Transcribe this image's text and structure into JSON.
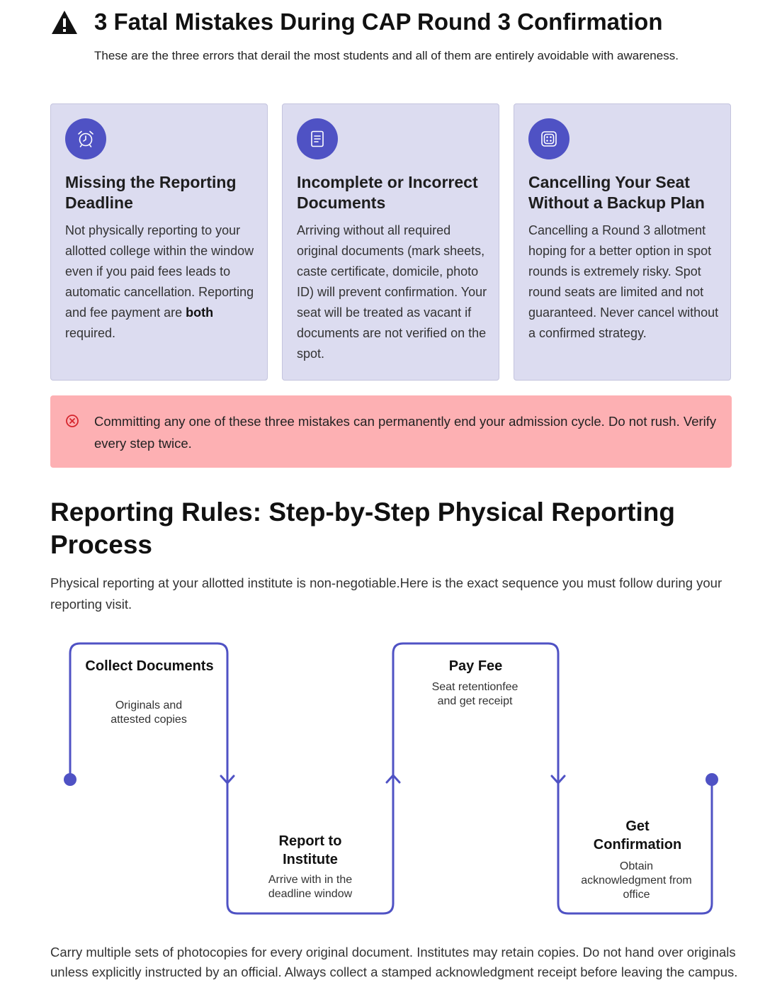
{
  "mistakes": {
    "title": "3 Fatal Mistakes During CAP Round 3 Confirmation",
    "intro": "These are the three errors that derail the most students and all of them are entirely avoidable with awareness.",
    "cards": [
      {
        "icon": "alarm-clock-icon",
        "title": "Missing the Reporting Deadline",
        "body_before": "Not physically reporting to your allotted college within the window even if you paid fees leads to automatic cancellation. Reporting and fee payment are ",
        "body_bold": "both",
        "body_after": " required."
      },
      {
        "icon": "document-icon",
        "title": "Incomplete or Incorrect Documents",
        "body": "Arriving without all required original documents (mark sheets, caste certificate, domicile, photo ID) will prevent confirmation. Your seat will be treated as vacant if documents are not verified on the spot."
      },
      {
        "icon": "dice-icon",
        "title": "Cancelling Your Seat Without a Backup Plan",
        "body": "Cancelling a Round 3 allotment hoping for a better option in spot rounds is extremely risky. Spot round seats are limited and not guaranteed. Never cancel without a confirmed strategy."
      }
    ],
    "alert": "Committing any one of these three mistakes can permanently end your admission cycle. Do not rush. Verify every step twice."
  },
  "reporting": {
    "title": "Reporting Rules: Step-by-Step Physical Reporting Process",
    "subtitle": "Physical reporting at your allotted institute is non-negotiable.Here is the exact sequence you must follow during your reporting visit.",
    "steps": [
      {
        "title": "Collect Documents",
        "desc": "Originals and attested copies"
      },
      {
        "title": "Report to Institute",
        "desc": "Arrive with in the deadline window"
      },
      {
        "title": "Pay Fee",
        "desc": "Seat retentionfee and get receipt"
      },
      {
        "title": "Get Confirmation",
        "desc": "Obtain acknowledgment from office"
      }
    ],
    "note": "Carry multiple sets of photocopies for every original document. Institutes may retain copies. Do not hand over originals unless explicitly instructed by an official. Always collect a stamped acknowledgment receipt before leaving the campus."
  },
  "colors": {
    "accent": "#4f52c4",
    "card_bg": "#dcdcf0",
    "alert_bg": "#fdb0b3",
    "alert_icon": "#d6262e"
  }
}
